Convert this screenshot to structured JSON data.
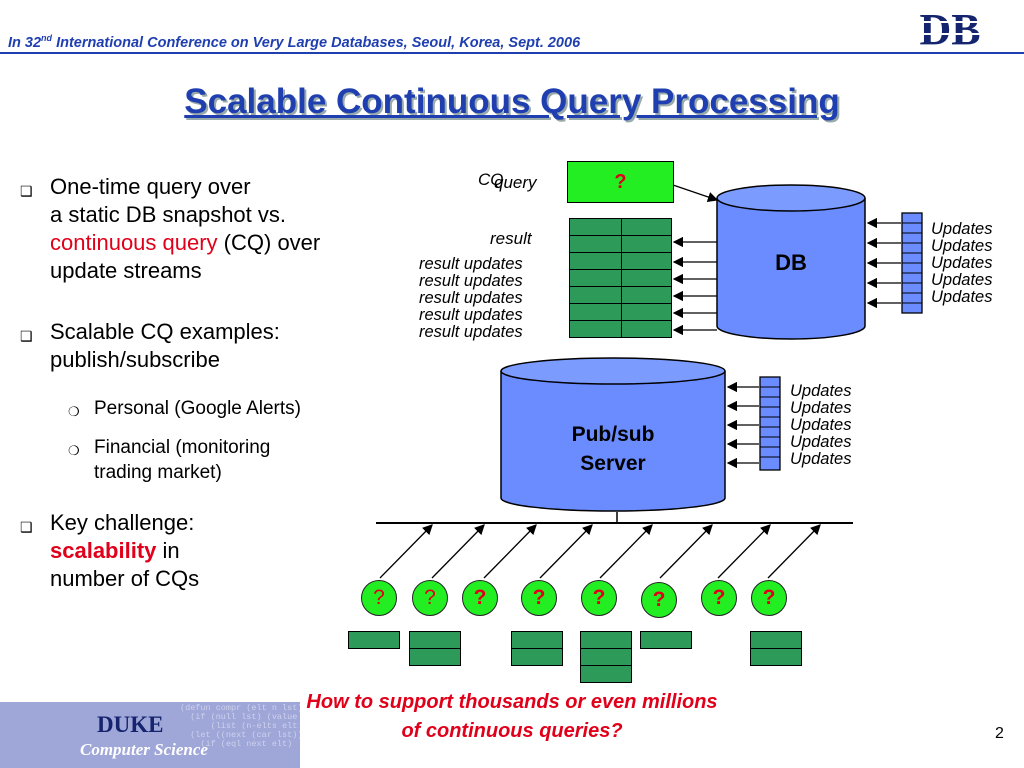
{
  "header": {
    "prefix": "In 32",
    "sup": "nd",
    "suffix": " International Conference on Very Large Databases, Seoul, Korea, Sept. 2006"
  },
  "slide_title": "Scalable Continuous Query Processing",
  "bullets": {
    "b1_line1": "One-time query over",
    "b1_line2": "a static DB snapshot vs.",
    "b1_red": "continuous query",
    "b1_after": " (CQ) over",
    "b1_line4": "update streams",
    "b2_line1": "Scalable CQ examples:",
    "b2_line2": "publish/subscribe",
    "sub1": "Personal (Google Alerts)",
    "sub2_line1": "Financial (monitoring",
    "sub2_line2": "trading market)",
    "b3_line1": "Key challenge:",
    "b3_red": "scalability",
    "b3_after": " in",
    "b3_line3": "number of CQs"
  },
  "diagram": {
    "cq_label": "CQ",
    "query_label": "query",
    "query_mark": "?",
    "result_label": "result",
    "result_updates": [
      "result updates",
      "result updates",
      "result updates",
      "result updates",
      "result updates"
    ],
    "db_label": "DB",
    "db_updates": [
      "Updates",
      "Updates",
      "Updates",
      "Updates",
      "Updates"
    ],
    "pubsub_line1": "Pub/sub",
    "pubsub_line2": "Server",
    "pubsub_updates": [
      "Updates",
      "Updates",
      "Updates",
      "Updates",
      "Updates"
    ],
    "subscriber_marks": [
      "?",
      "?",
      "?",
      "?",
      "?",
      "?",
      "?",
      "?"
    ]
  },
  "bottom_question": {
    "line1": "How to support thousands or even millions",
    "line2": "of continuous queries?"
  },
  "page_number": "2",
  "logo": {
    "name": "DUKE",
    "subtitle": "Computer Science",
    "monogram": "DB"
  },
  "colors": {
    "header_blue": "#1f3fb0",
    "accent_red": "#e0001a",
    "cylinder_blue": "#6a8cff",
    "query_green": "#22ee22",
    "result_green": "#2e9a5a"
  }
}
